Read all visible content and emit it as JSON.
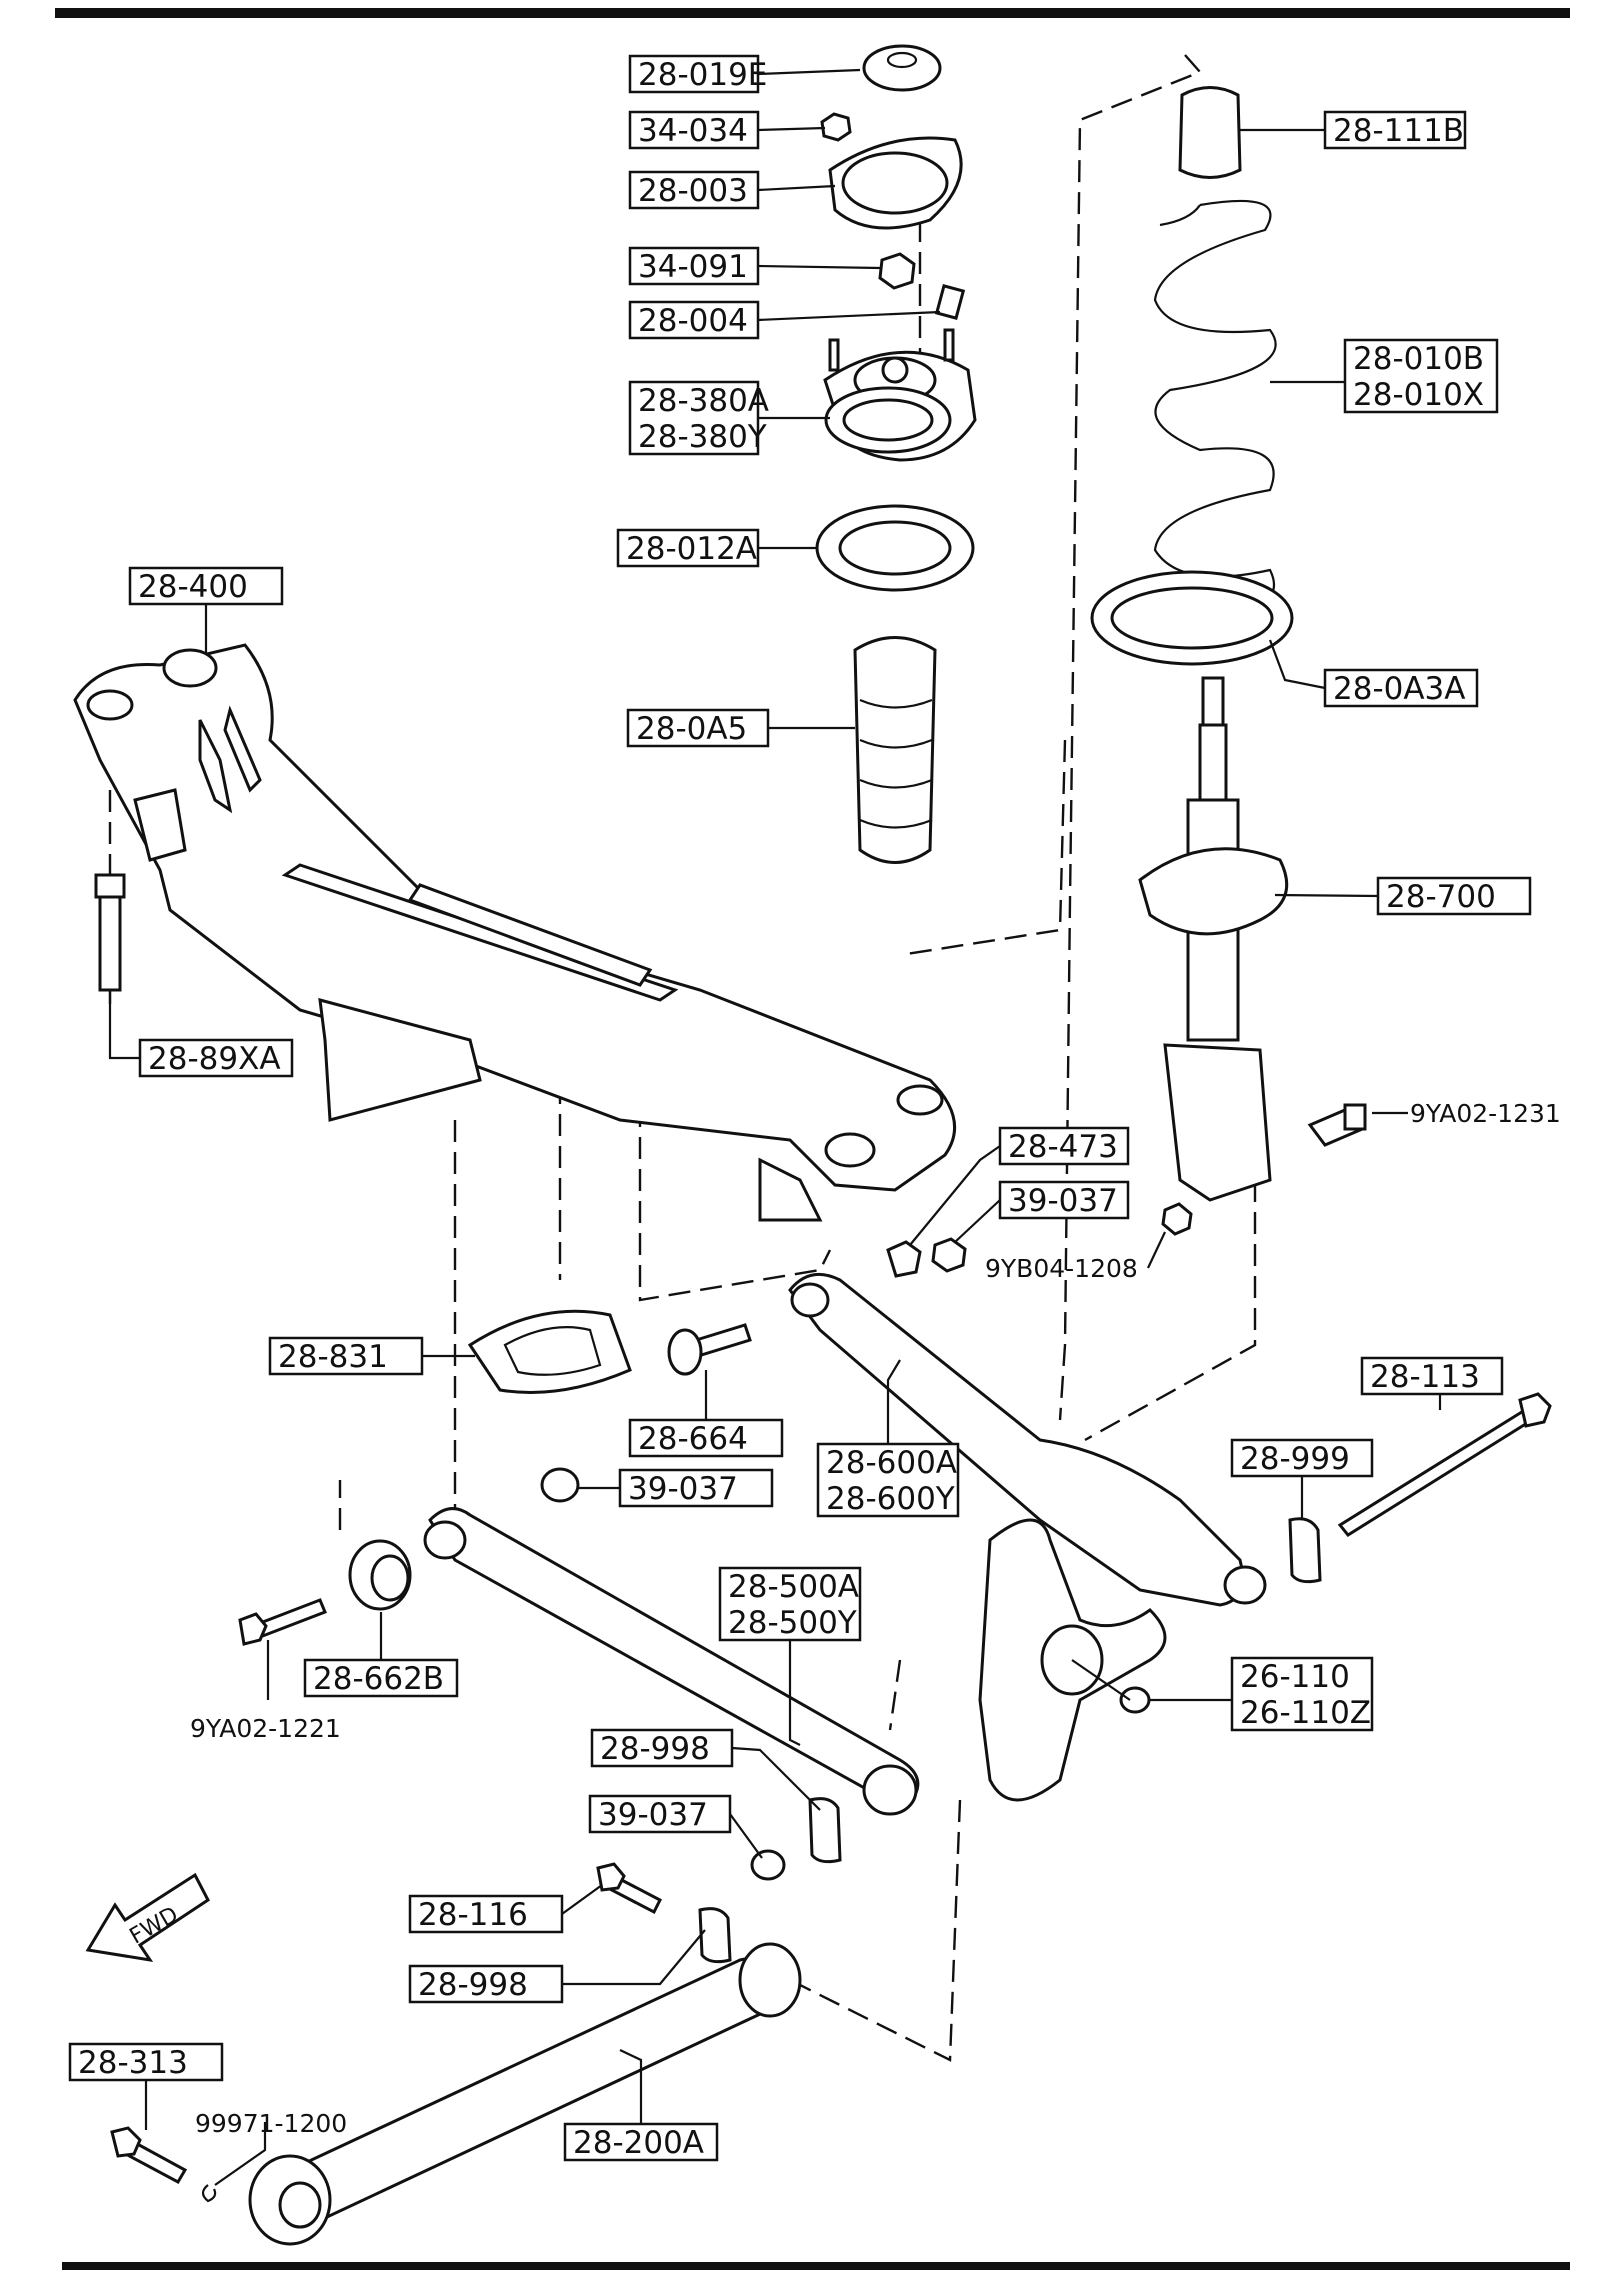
{
  "diagram": {
    "callouts": [
      {
        "id": "c1",
        "lines": [
          "28-019E"
        ],
        "boxed": true
      },
      {
        "id": "c2",
        "lines": [
          "34-034"
        ],
        "boxed": true
      },
      {
        "id": "c3",
        "lines": [
          "28-003"
        ],
        "boxed": true
      },
      {
        "id": "c4",
        "lines": [
          "34-091"
        ],
        "boxed": true
      },
      {
        "id": "c5",
        "lines": [
          "28-004"
        ],
        "boxed": true
      },
      {
        "id": "c6",
        "lines": [
          "28-380A",
          "28-380Y"
        ],
        "boxed": true
      },
      {
        "id": "c7",
        "lines": [
          "28-012A"
        ],
        "boxed": true
      },
      {
        "id": "c8",
        "lines": [
          "28-0A5"
        ],
        "boxed": true
      },
      {
        "id": "c9",
        "lines": [
          "28-111B"
        ],
        "boxed": true
      },
      {
        "id": "c10",
        "lines": [
          "28-010B",
          "28-010X"
        ],
        "boxed": true
      },
      {
        "id": "c11",
        "lines": [
          "28-0A3A"
        ],
        "boxed": true
      },
      {
        "id": "c12",
        "lines": [
          "28-700"
        ],
        "boxed": true
      },
      {
        "id": "c13",
        "lines": [
          "28-400"
        ],
        "boxed": true
      },
      {
        "id": "c14",
        "lines": [
          "28-89XA"
        ],
        "boxed": true
      },
      {
        "id": "c15",
        "lines": [
          "9YA02-1231"
        ],
        "boxed": false
      },
      {
        "id": "c16",
        "lines": [
          "28-473"
        ],
        "boxed": true
      },
      {
        "id": "c17",
        "lines": [
          "39-037"
        ],
        "boxed": true
      },
      {
        "id": "c18",
        "lines": [
          "9YB04-1208"
        ],
        "boxed": false
      },
      {
        "id": "c19",
        "lines": [
          "28-831"
        ],
        "boxed": true
      },
      {
        "id": "c20",
        "lines": [
          "28-664"
        ],
        "boxed": true
      },
      {
        "id": "c21",
        "lines": [
          "28-600A",
          "28-600Y"
        ],
        "boxed": true
      },
      {
        "id": "c22",
        "lines": [
          "28-113"
        ],
        "boxed": true
      },
      {
        "id": "c23",
        "lines": [
          "28-999"
        ],
        "boxed": true
      },
      {
        "id": "c24",
        "lines": [
          "39-037"
        ],
        "boxed": true
      },
      {
        "id": "c25",
        "lines": [
          "28-500A",
          "28-500Y"
        ],
        "boxed": true
      },
      {
        "id": "c26",
        "lines": [
          "28-662B"
        ],
        "boxed": true
      },
      {
        "id": "c27",
        "lines": [
          "9YA02-1221"
        ],
        "boxed": false
      },
      {
        "id": "c28",
        "lines": [
          "26-110",
          "26-110Z"
        ],
        "boxed": true
      },
      {
        "id": "c29",
        "lines": [
          "28-998"
        ],
        "boxed": true
      },
      {
        "id": "c30",
        "lines": [
          "39-037"
        ],
        "boxed": true
      },
      {
        "id": "c31",
        "lines": [
          "28-116"
        ],
        "boxed": true
      },
      {
        "id": "c32",
        "lines": [
          "28-998"
        ],
        "boxed": true
      },
      {
        "id": "c33",
        "lines": [
          "28-313"
        ],
        "boxed": true
      },
      {
        "id": "c34",
        "lines": [
          "99971-1200"
        ],
        "boxed": false
      },
      {
        "id": "c35",
        "lines": [
          "28-200A"
        ],
        "boxed": true
      }
    ],
    "fwd_label": "FWD"
  },
  "colors": {
    "ink": "#111111",
    "paper": "#ffffff"
  }
}
